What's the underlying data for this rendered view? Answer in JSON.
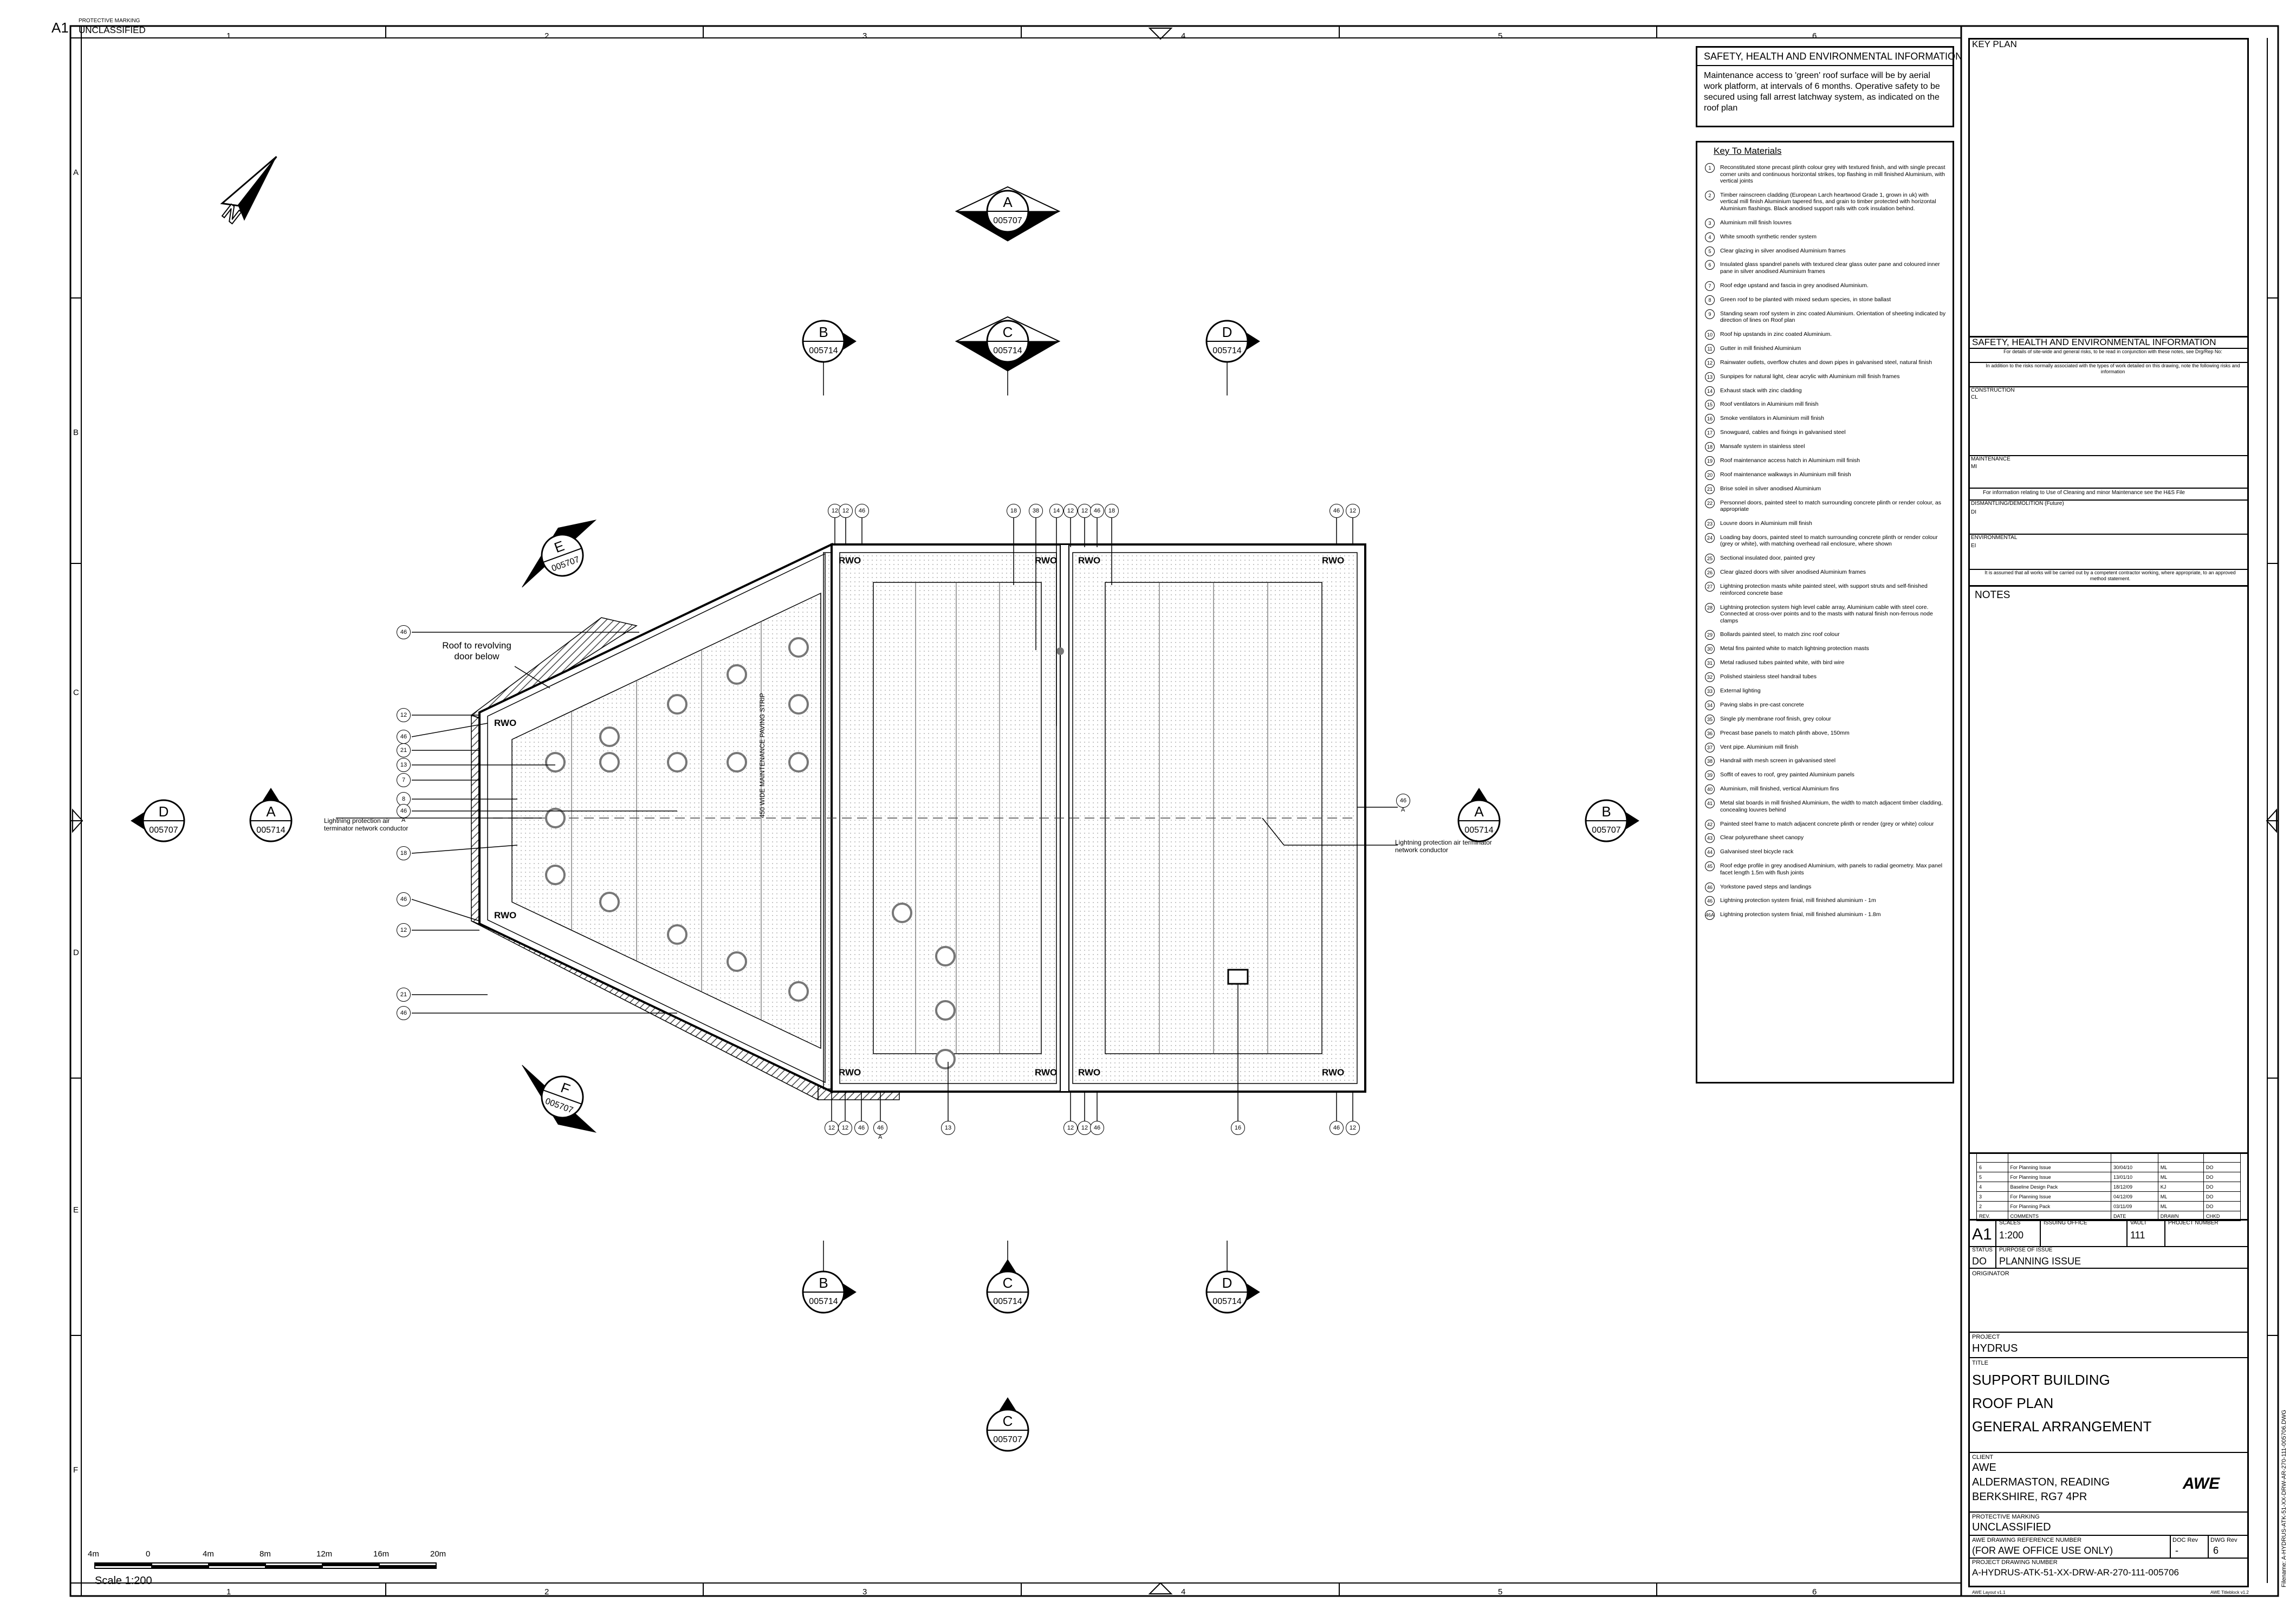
{
  "header": {
    "sheet_size": "A1",
    "protective_marking_label": "PROTECTIVE MARKING",
    "protective_marking_value": "UNCLASSIFIED"
  },
  "grid": {
    "columns": [
      "1",
      "2",
      "3",
      "4",
      "5",
      "6"
    ],
    "rows": [
      "A",
      "B",
      "C",
      "D",
      "E",
      "F"
    ]
  },
  "section_markers": [
    {
      "letter": "A",
      "ref": "005707"
    },
    {
      "letter": "B",
      "ref": "005714"
    },
    {
      "letter": "C",
      "ref": "005714"
    },
    {
      "letter": "D",
      "ref": "005714"
    },
    {
      "letter": "E",
      "ref": "005707"
    },
    {
      "letter": "D",
      "ref": "005707"
    },
    {
      "letter": "A",
      "ref": "005714"
    },
    {
      "letter": "A",
      "ref": "005714"
    },
    {
      "letter": "B",
      "ref": "005707"
    },
    {
      "letter": "F",
      "ref": "005707"
    },
    {
      "letter": "B",
      "ref": "005714"
    },
    {
      "letter": "C",
      "ref": "005714"
    },
    {
      "letter": "D",
      "ref": "005714"
    },
    {
      "letter": "C",
      "ref": "005707"
    }
  ],
  "plan": {
    "roof_revolving_door": "Roof to revolving door below",
    "lightning_left": "Lightning protection air terminator network conductor",
    "lightning_right": "Lightning protection air terminator network conductor",
    "paving_strip": "450 WIDE MAINTENANCE PAVING STRIP",
    "rwo": "RWO",
    "left_callouts": [
      "46",
      "12",
      "46",
      "21",
      "13",
      "7",
      "8",
      "46",
      "18",
      "46",
      "12",
      "21",
      "46"
    ],
    "left_callout_sub": "A",
    "top_callouts_a": [
      "12",
      "12",
      "46"
    ],
    "top_callouts_b": [
      "18",
      "38",
      "14",
      "12",
      "12",
      "46",
      "18"
    ],
    "top_callouts_c": [
      "46",
      "12"
    ],
    "bottom_callouts_a": [
      "12",
      "12",
      "46",
      "46"
    ],
    "bottom_callout_13": "13",
    "bottom_callouts_b": [
      "12",
      "12",
      "46"
    ],
    "bottom_callout_16": "16",
    "bottom_callouts_c": [
      "46",
      "12"
    ],
    "right_callout": "46",
    "right_callout_sub": "A"
  },
  "scale_bar": {
    "ticks": [
      "4m",
      "0",
      "4m",
      "8m",
      "12m",
      "16m",
      "20m"
    ],
    "label": "Scale 1:200"
  },
  "safety_box": {
    "title": "SAFETY, HEALTH AND ENVIRONMENTAL INFORMATION",
    "text": "Maintenance access to 'green' roof surface will be by aerial work platform, at intervals of 6 months. Operative safety to be secured using fall arrest latchway system, as indicated on the roof plan"
  },
  "key_materials": {
    "title": "Key To Materials",
    "items": [
      {
        "n": "1",
        "text": "Reconstituted stone precast plinth colour grey with textured finish, and with single precast corner units and continuous horizontal strikes, top flashing in mill finished Aluminium, with vertical joints"
      },
      {
        "n": "2",
        "text": "Timber rainscreen cladding (European Larch heartwood Grade 1, grown in uk) with vertical mill finish Aluminium tapered fins, and grain to timber protected with horizontal Aluminium flashings. Black anodised support rails with cork insulation behind."
      },
      {
        "n": "3",
        "text": "Aluminium mill finish louvres"
      },
      {
        "n": "4",
        "text": "White smooth synthetic render system"
      },
      {
        "n": "5",
        "text": "Clear glazing in silver anodised Aluminium frames"
      },
      {
        "n": "6",
        "text": "Insulated glass spandrel panels with textured clear glass outer pane and coloured inner pane in silver anodised Aluminium frames"
      },
      {
        "n": "7",
        "text": "Roof edge upstand and fascia in grey anodised Aluminium."
      },
      {
        "n": "8",
        "text": "Green roof to be planted with mixed sedum species, in stone ballast"
      },
      {
        "n": "9",
        "text": "Standing seam roof system in zinc coated Aluminium. Orientation of sheeting indicated by direction of lines on Roof plan"
      },
      {
        "n": "10",
        "text": "Roof hip upstands in zinc coated Aluminium."
      },
      {
        "n": "11",
        "text": "Gutter in mill finished Aluminium"
      },
      {
        "n": "12",
        "text": "Rainwater outlets, overflow chutes and down pipes in galvanised steel, natural finish"
      },
      {
        "n": "13",
        "text": "Sunpipes for natural light, clear acrylic with Aluminium mill finish frames"
      },
      {
        "n": "14",
        "text": "Exhaust stack with zinc cladding"
      },
      {
        "n": "15",
        "text": "Roof ventilators in Aluminium mill finish"
      },
      {
        "n": "16",
        "text": "Smoke ventilators in Aluminium mill finish"
      },
      {
        "n": "17",
        "text": "Snowguard, cables and fixings in galvanised steel"
      },
      {
        "n": "18",
        "text": "Mansafe system in stainless steel"
      },
      {
        "n": "19",
        "text": "Roof maintenance access hatch in Aluminium mill finish"
      },
      {
        "n": "20",
        "text": "Roof maintenance walkways in Aluminium mill finish"
      },
      {
        "n": "21",
        "text": "Brise soleil in silver anodised Aluminium"
      },
      {
        "n": "22",
        "text": "Personnel doors, painted steel to match surrounding concrete plinth or render colour, as appropriate"
      },
      {
        "n": "23",
        "text": "Louvre doors in Aluminium mill finish"
      },
      {
        "n": "24",
        "text": "Loading bay doors, painted steel to match surrounding concrete plinth or render colour (grey or white), with matching overhead rail enclosure, where shown"
      },
      {
        "n": "25",
        "text": "Sectional insulated door, painted grey"
      },
      {
        "n": "26",
        "text": "Clear glazed doors with silver anodised Aluminium frames"
      },
      {
        "n": "27",
        "text": "Lightning protection masts white painted steel, with support struts and self-finished reinforced concrete base"
      },
      {
        "n": "28",
        "text": "Lightning protection system high level cable array, Aluminium cable with steel core. Connected at cross-over points and to the masts with natural finish non-ferrous node clamps"
      },
      {
        "n": "29",
        "text": "Bollards painted steel, to match zinc roof colour"
      },
      {
        "n": "30",
        "text": "Metal fins painted white to match lightning protection masts"
      },
      {
        "n": "31",
        "text": "Metal radiused tubes painted white, with bird wire"
      },
      {
        "n": "32",
        "text": "Polished stainless steel handrail tubes"
      },
      {
        "n": "33",
        "text": "External lighting"
      },
      {
        "n": "34",
        "text": "Paving slabs in pre-cast concrete"
      },
      {
        "n": "35",
        "text": "Single ply membrane roof finish, grey colour"
      },
      {
        "n": "36",
        "text": "Precast base panels to match plinth above, 150mm"
      },
      {
        "n": "37",
        "text": "Vent pipe. Aluminium mill finish"
      },
      {
        "n": "38",
        "text": "Handrail with mesh screen in galvanised steel"
      },
      {
        "n": "39",
        "text": "Soffit of eaves to roof, grey painted Aluminium panels"
      },
      {
        "n": "40",
        "text": "Aluminium, mill finished, vertical Aluminium fins"
      },
      {
        "n": "41",
        "text": "Metal slat boards in mill finished Aluminium, the width to match adjacent timber cladding, concealing louvres behind"
      },
      {
        "n": "42",
        "text": "Painted steel frame to match adjacent concrete plinth or render (grey or white) colour"
      },
      {
        "n": "43",
        "text": "Clear polyurethane sheet canopy"
      },
      {
        "n": "44",
        "text": "Galvanised steel bicycle rack"
      },
      {
        "n": "45",
        "text": "Roof edge profile in grey anodised Aluminium, with panels to radial geometry. Max panel facet length 1.5m with flush joints"
      },
      {
        "n": "46",
        "text": "Yorkstone paved steps and landings"
      },
      {
        "n": "46",
        "text": "Lightning protection system finial, mill finished aluminium - 1m"
      },
      {
        "n": "46A",
        "text": "Lightning protection system finial, mill finished aluminium - 1.8m"
      }
    ]
  },
  "title_block": {
    "key_plan": "KEY PLAN",
    "she_title": "SAFETY, HEALTH AND ENVIRONMENTAL INFORMATION",
    "she_sub1": "For details of site-wide and general risks, to be read in conjunction with these notes, see Drg/Rep No:",
    "she_sub2": "In addition to the risks normally associated with the types of work detailed on this drawing, note the following risks and information",
    "construction": "CONSTRUCTION",
    "construction_v": "CL",
    "maintenance": "MAINTENANCE",
    "maintenance_v": "MI",
    "maint_note": "For information relating to Use of Cleaning and minor Maintenance see the H&S File",
    "demolition": "DISMANTLING/DEMOLITION (Future)",
    "demolition_v": "DI",
    "environmental": "ENVIRONMENTAL",
    "environmental_v": "EI",
    "assumed": "It is assumed that all works will be carried out by a competent contractor working, where appropriate, to an approved method statement.",
    "notes": "NOTES",
    "revisions": [
      {
        "rev": "6",
        "comment": "For Planning Issue",
        "date": "30/04/10",
        "drawn": "ML",
        "chkd": "DO"
      },
      {
        "rev": "5",
        "comment": "For Planning Issue",
        "date": "13/01/10",
        "drawn": "ML",
        "chkd": "DO"
      },
      {
        "rev": "4",
        "comment": "Baseline Design Pack",
        "date": "18/12/09",
        "drawn": "KJ",
        "chkd": "DO"
      },
      {
        "rev": "3",
        "comment": "For Planning Issue",
        "date": "04/12/09",
        "drawn": "ML",
        "chkd": "DO"
      },
      {
        "rev": "2",
        "comment": "For Planning Pack",
        "date": "03/11/09",
        "drawn": "ML",
        "chkd": "DO"
      }
    ],
    "rev_headers": {
      "rev": "REV.",
      "comments": "COMMENTS",
      "date": "DATE",
      "drawn": "DRAWN",
      "chkd": "CHKD"
    },
    "sheet": "A1",
    "scales_l": "SCALES",
    "scales_v": "1:200",
    "office_l": "ISSUING OFFICE",
    "vault_l": "VAULT",
    "vault_v": "111",
    "project_no_l": "PROJECT NUMBER",
    "status_l": "STATUS",
    "status_v": "DO",
    "purpose_l": "PURPOSE OF ISSUE",
    "purpose_v": "PLANNING ISSUE",
    "originator": "ORIGINATOR",
    "project_l": "PROJECT",
    "project_v": "HYDRUS",
    "title_l": "TITLE",
    "title_1": "SUPPORT BUILDING",
    "title_2": "ROOF PLAN",
    "title_3": "GENERAL ARRANGEMENT",
    "client_l": "CLIENT",
    "client_1": "AWE",
    "client_2": "ALDERMASTON, READING",
    "client_3": "BERKSHIRE, RG7 4PR",
    "logo": "AWE",
    "pm_l": "PROTECTIVE MARKING",
    "pm_v": "UNCLASSIFIED",
    "awe_ref_l": "AWE DRAWING REFERENCE NUMBER",
    "awe_ref_v": "(FOR AWE OFFICE USE ONLY)",
    "doc_rev_l": "DOC Rev",
    "doc_rev_v": "-",
    "dwg_rev_l": "DWG Rev",
    "dwg_rev_v": "6",
    "proj_dwg_l": "PROJECT DRAWING NUMBER",
    "proj_dwg_v": "A-HYDRUS-ATK-51-XX-DRW-AR-270-111-005706",
    "filename": "Filename: A-HYDRUS-ATK-51-XX-DRW-AR-270-111-005706.DWG",
    "foot_left": "AWE Layout v1.1",
    "foot_right": "AWE Titleblock v1.2"
  }
}
